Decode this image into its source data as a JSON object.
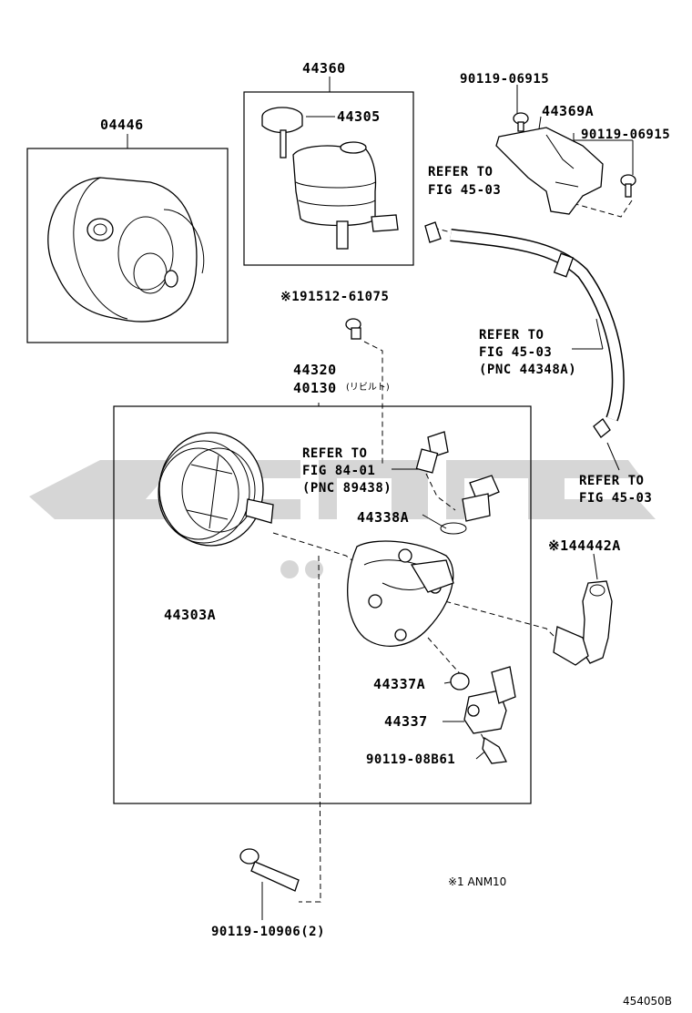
{
  "diagram": {
    "labels": {
      "kit": "04446",
      "reservoir_assy": "44360",
      "cap": "44305",
      "bracket": "44369A",
      "bolt_top": "90119-06915",
      "bolt_right": "90119-06915",
      "refer_top_1": "REFER TO",
      "refer_top_2": "FIG 45-03",
      "bolt_mark": "※191512-61075",
      "refer_hose_1": "REFER TO",
      "refer_hose_2": "FIG 45-03",
      "refer_hose_3": "(PNC 44348A)",
      "pump_assy_1": "44320",
      "pump_assy_2": "40130",
      "pump_assy_kana": "(リビルト)",
      "refer_sensor_1": "REFER TO",
      "refer_sensor_2": "FIG 84-01",
      "refer_sensor_3": "(PNC 89438)",
      "refer_right_1": "REFER TO",
      "refer_right_2": "FIG 45-03",
      "oring": "44338A",
      "pipe": "※144442A",
      "pulley": "44303A",
      "gasket": "44337A",
      "union": "44337",
      "bolt_union": "90119-08B61",
      "bolt_long": "90119-10906(2)",
      "footnote": "※1 ANM10",
      "fig_code": "454050B"
    }
  }
}
